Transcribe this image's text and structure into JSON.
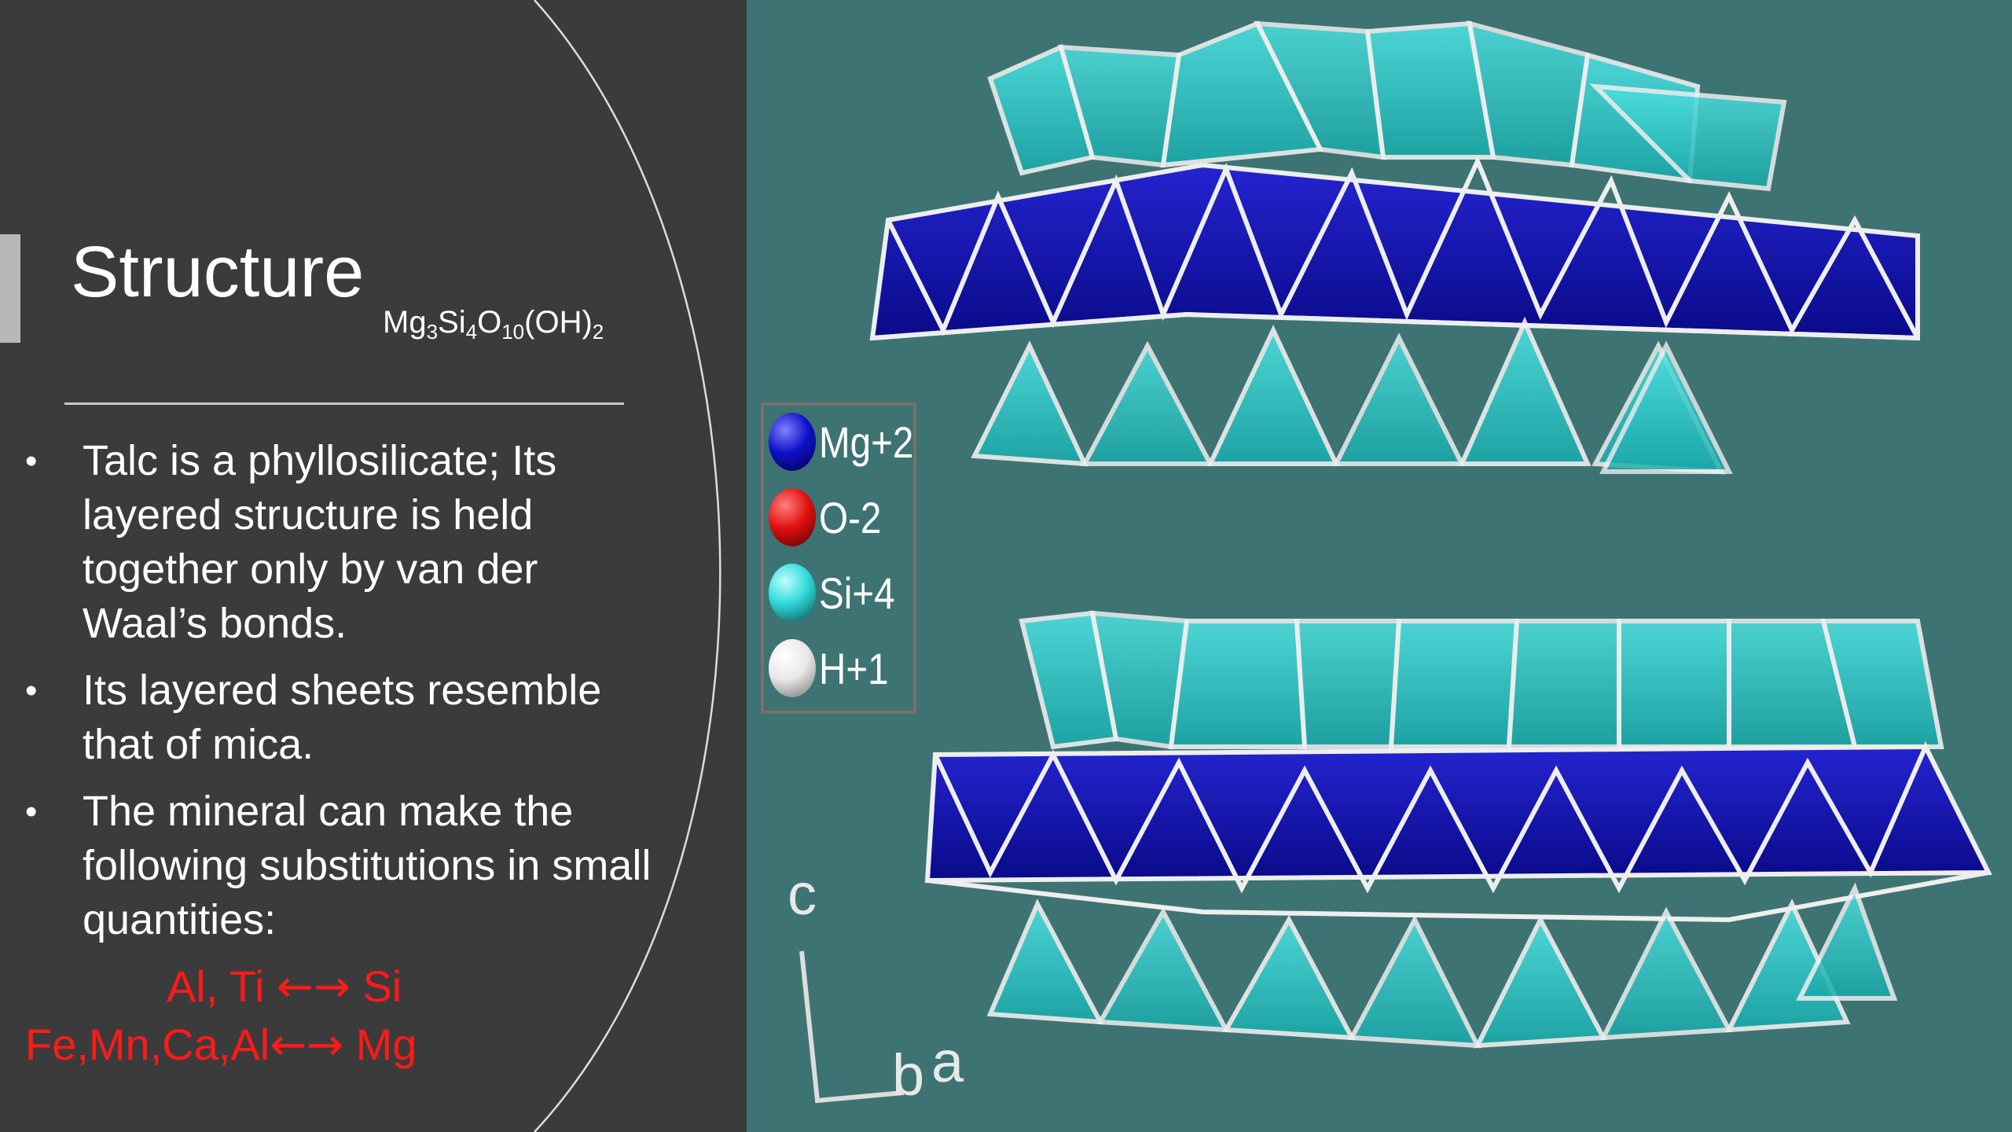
{
  "slide": {
    "title": "Structure",
    "formula": {
      "parts": [
        "Mg",
        "3",
        "Si",
        "4",
        "O",
        "10",
        "(OH)",
        "2"
      ]
    },
    "bullets": [
      "Talc is a phyllosilicate; Its layered structure is held together only by van der Waal’s bonds.",
      "Its layered sheets resemble that of mica.",
      "The mineral can make the following substitutions in small quantities:"
    ],
    "substitutions": [
      {
        "left": "Al, Ti",
        "arrows": "←→",
        "right": "Si"
      },
      {
        "left": "Fe,Mn,Ca,Al",
        "arrows": "←→",
        "right": "Mg"
      }
    ],
    "colors": {
      "panel_bg": "#3b3b3b",
      "image_bg": "#3d7373",
      "highlight_red": "#ff1a1a"
    }
  },
  "figure": {
    "legend": [
      {
        "label": "Mg+2",
        "color": "#1010c8"
      },
      {
        "label": "O-2",
        "color": "#e01010"
      },
      {
        "label": "Si+4",
        "color": "#30d8d8"
      },
      {
        "label": "H+1",
        "color": "#f0f0f0"
      }
    ],
    "axes": {
      "c": "c",
      "b": "b",
      "a": "a"
    }
  }
}
